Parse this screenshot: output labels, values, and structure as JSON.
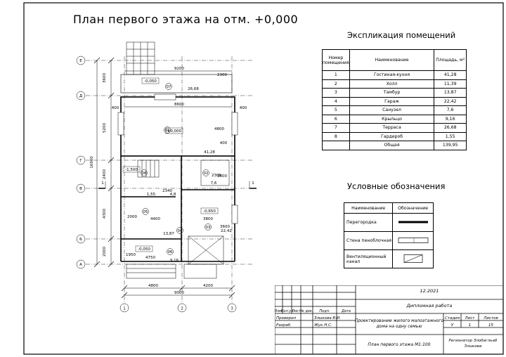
{
  "sheet_title": "План первого этажа на отм. +0,000",
  "explication": {
    "title": "Экспликация помещений",
    "headers": [
      "Номер помещения",
      "Наименование",
      "Площадь, м²"
    ],
    "rows": [
      [
        "1",
        "Гостиная-кухня",
        "41,28"
      ],
      [
        "2",
        "Холл",
        "11,39"
      ],
      [
        "3",
        "Тамбур",
        "13,87"
      ],
      [
        "4",
        "Гараж",
        "22,42"
      ],
      [
        "5",
        "Санузел",
        "7,6"
      ],
      [
        "6",
        "Крыльцо",
        "9,16"
      ],
      [
        "7",
        "Терраса",
        "26,68"
      ],
      [
        "8",
        "Гардероб",
        "1,55"
      ],
      [
        "",
        "Общая",
        "139,95"
      ]
    ]
  },
  "legend": {
    "title": "Условные обозначения",
    "headers": [
      "Наименование",
      "Обозначение"
    ],
    "rows": [
      "Перегородка",
      "Стена пеноблочная",
      "Вентиляционный канал"
    ]
  },
  "plan": {
    "axes_letters": [
      "Е",
      "Д",
      "Г",
      "В",
      "Б",
      "А"
    ],
    "axes_numbers": [
      "1",
      "2",
      "3"
    ],
    "dims_top": [
      "9200",
      "8600"
    ],
    "dims_left": [
      "3600",
      "5200",
      "2400",
      "4300",
      "2000",
      "16900"
    ],
    "dims_bottom": [
      "4800",
      "4200",
      "9000"
    ],
    "dims_misc": [
      "400",
      "400",
      "2300",
      "4800",
      "400",
      "4400",
      "2300",
      "3800",
      "4750",
      "1950",
      "3600",
      "2000",
      "2340",
      "3600"
    ],
    "levels": [
      "-0,050",
      "±0,000",
      "-1,500",
      "-0,650",
      "-0,050"
    ],
    "room_tags": [
      "07",
      "01",
      "08",
      "02",
      "05",
      "03",
      "04",
      "06"
    ],
    "areas": [
      "26,68",
      "41,28",
      "7,6",
      "1,55",
      "4,8",
      "13,87",
      "22,42",
      "9,16"
    ],
    "cut_marks": [
      "1",
      "1"
    ]
  },
  "stamp": {
    "date": "12.2021",
    "work": "Дипломная работа",
    "header_cells": [
      "Изм.",
      "Кол.уч",
      "Лист",
      "№ док.",
      "Подп.",
      "Дата"
    ],
    "checked_label": "Проверил",
    "checked_name": "Злыкова В.И.",
    "developed_label": "Разраб.",
    "developed_name": "Жук Н.С.",
    "project": "Проектирование жилого малоэтажного дома на одну семью",
    "stage_labels": [
      "Стадия",
      "Лист",
      "Листов"
    ],
    "stage_values": [
      "У",
      "1",
      "15"
    ],
    "drawing": "План первого этажа М1:100",
    "org": "Регионатор Злобагльаб Злыкова"
  }
}
